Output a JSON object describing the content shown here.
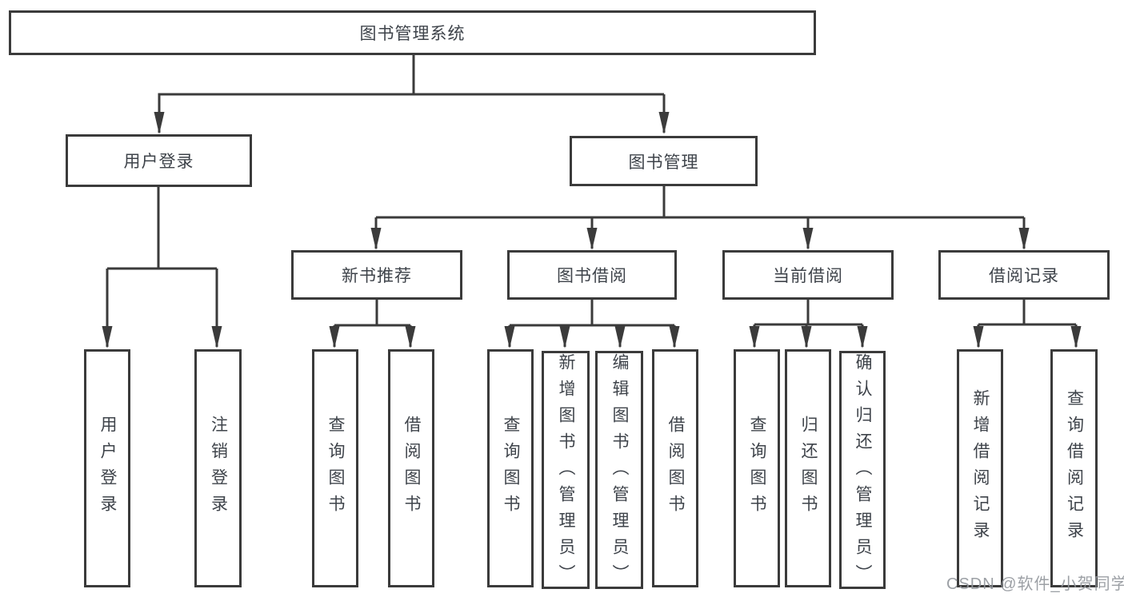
{
  "diagram": {
    "root_label": "图书管理系统",
    "user_branch": {
      "label": "用户登录",
      "children": [
        "用户登录",
        "注销登录"
      ]
    },
    "book_branch": {
      "label": "图书管理",
      "groups": [
        {
          "label": "新书推荐",
          "children": [
            "查询图书",
            "借阅图书"
          ]
        },
        {
          "label": "图书借阅",
          "children": [
            "查询图书",
            "新增图书（管理员）",
            "编辑图书（管理员）",
            "借阅图书"
          ]
        },
        {
          "label": "当前借阅",
          "children": [
            "查询图书",
            "归还图书",
            "确认归还（管理员）"
          ]
        },
        {
          "label": "借阅记录",
          "children": [
            "新增借阅记录",
            "查询借阅记录"
          ]
        }
      ]
    }
  },
  "watermark": {
    "text": "CSDN @软件_小贺同学"
  },
  "colors": {
    "line": "#3b3b3b",
    "box_border": "#3b3b3b",
    "box_fill": "#ffffff",
    "text": "#3e434a",
    "watermark": "#94989d"
  }
}
